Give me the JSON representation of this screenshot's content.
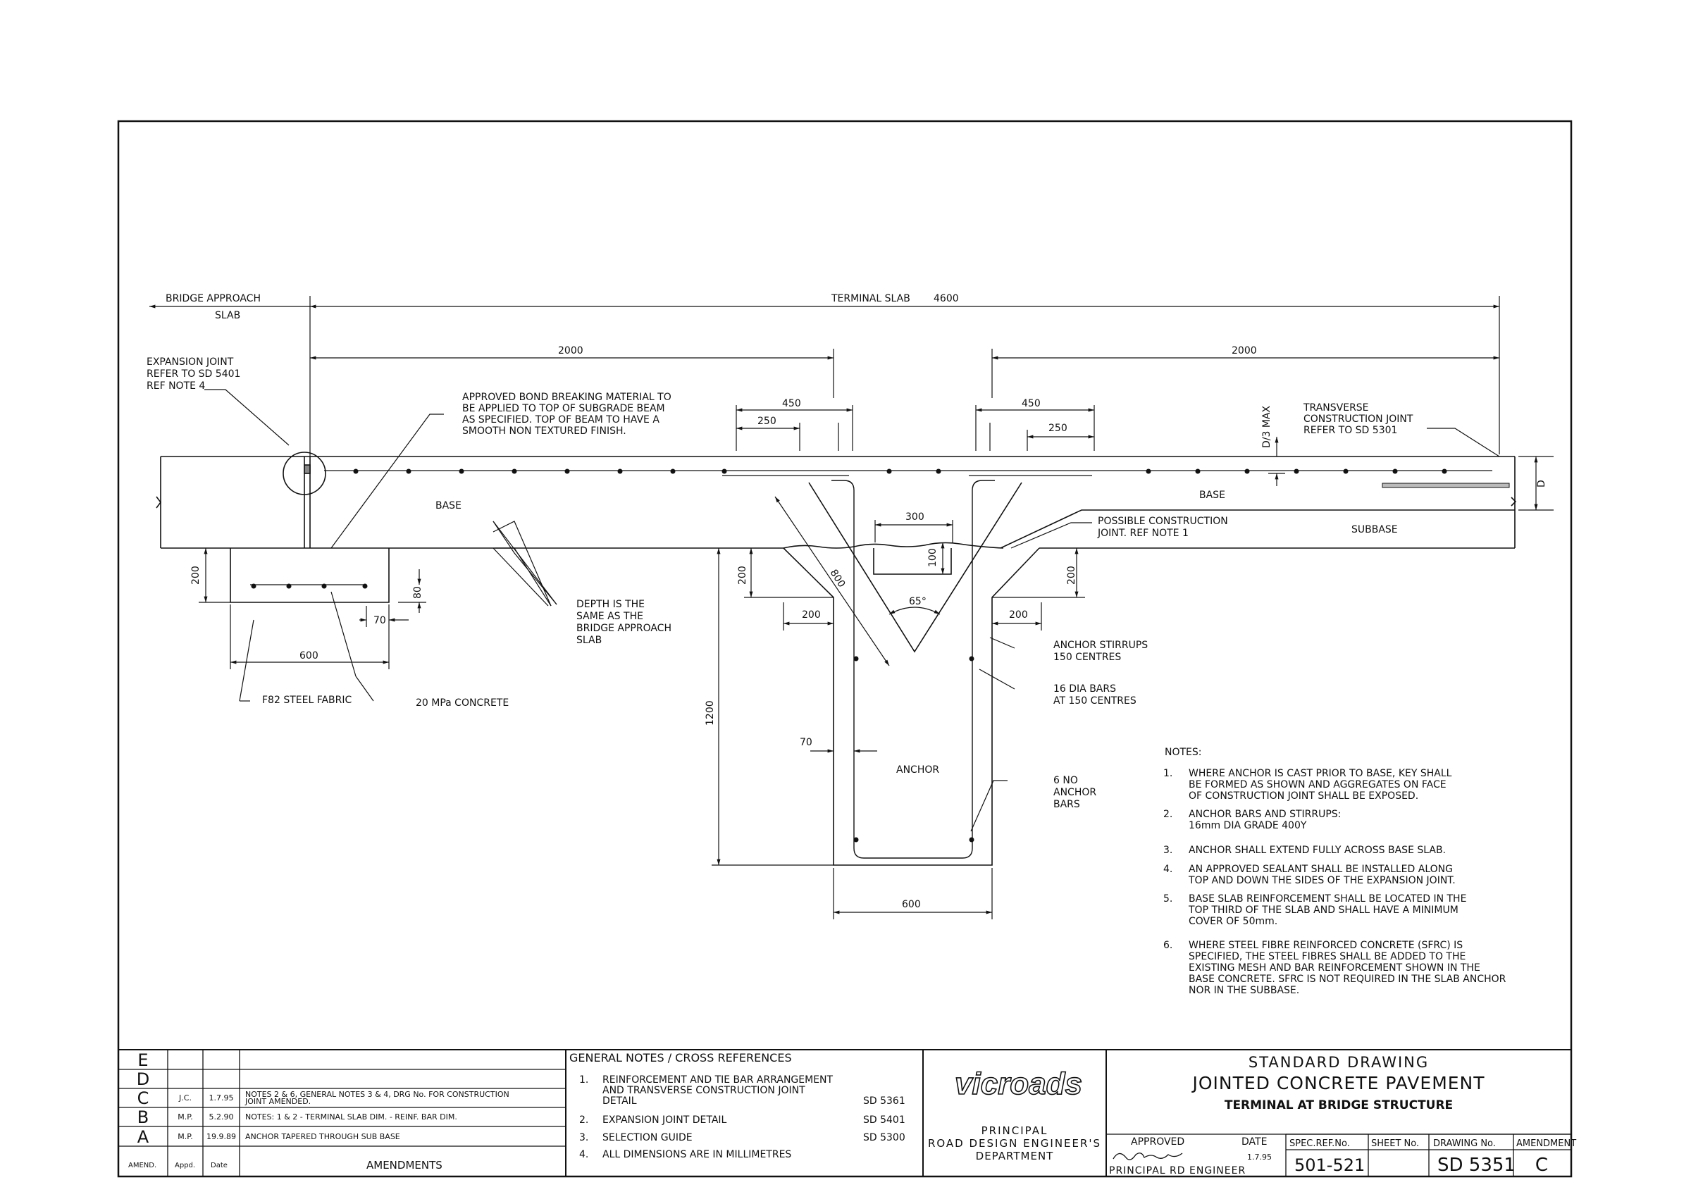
{
  "dims": {
    "bridge_approach": "BRIDGE APPROACH",
    "bridge_approach_2": "SLAB",
    "terminal_slab": "TERMINAL SLAB",
    "terminal_slab_len": "4600",
    "d2000_left": "2000",
    "d2000_right": "2000",
    "d450_left": "450",
    "d250_left": "250",
    "d450_right": "450",
    "d250_right": "250",
    "d300": "300",
    "d100": "100",
    "d800": "800",
    "angle": "65°",
    "d200_beam": "200",
    "d80": "80",
    "d70_beam": "70",
    "d600_beam": "600",
    "d200_anchor_l": "200",
    "d200_anchor_r": "200",
    "d200_w_l": "200",
    "d200_w_r": "200",
    "d1200": "1200",
    "d70_anchor": "70",
    "d600_anchor": "600",
    "d3max": "D/3 MAX",
    "dD": "D"
  },
  "labels": {
    "exp_joint_1": "EXPANSION JOINT",
    "exp_joint_2": "REFER TO SD 5401",
    "exp_joint_3": "REF NOTE 4",
    "bond_1": "APPROVED BOND BREAKING MATERIAL TO",
    "bond_2": "BE APPLIED TO TOP OF SUBGRADE BEAM",
    "bond_3": "AS SPECIFIED. TOP OF BEAM TO HAVE A",
    "bond_4": "SMOOTH NON TEXTURED FINISH.",
    "base_left": "BASE",
    "base_right": "BASE",
    "subbase": "SUBBASE",
    "tcj_1": "TRANSVERSE",
    "tcj_2": "CONSTRUCTION JOINT",
    "tcj_3": "REFER TO SD 5301",
    "pcj_1": "POSSIBLE CONSTRUCTION",
    "pcj_2": "JOINT. REF NOTE 1",
    "depth_1": "DEPTH IS THE",
    "depth_2": "SAME AS THE",
    "depth_3": "BRIDGE APPROACH",
    "depth_4": "SLAB",
    "f82": "F82 STEEL FABRIC",
    "mpa": "20 MPa CONCRETE",
    "stirrups_1": "ANCHOR STIRRUPS",
    "stirrups_2": "150 CENTRES",
    "bars16_1": "16 DIA BARS",
    "bars16_2": "AT 150 CENTRES",
    "anchor": "ANCHOR",
    "six_1": "6 NO",
    "six_2": "ANCHOR",
    "six_3": "BARS"
  },
  "notes": {
    "title": "NOTES:",
    "items": [
      {
        "num": "1.",
        "lines": [
          "WHERE ANCHOR IS CAST PRIOR TO BASE, KEY SHALL",
          "BE FORMED AS SHOWN AND AGGREGATES ON  FACE",
          "OF CONSTRUCTION JOINT SHALL BE EXPOSED."
        ]
      },
      {
        "num": "2.",
        "lines": [
          "ANCHOR BARS AND STIRRUPS:",
          "16mm DIA GRADE 400Y"
        ]
      },
      {
        "num": "3.",
        "lines": [
          "ANCHOR SHALL EXTEND FULLY ACROSS BASE SLAB."
        ]
      },
      {
        "num": "4.",
        "lines": [
          "AN APPROVED SEALANT SHALL BE INSTALLED ALONG",
          "TOP AND DOWN THE SIDES OF THE EXPANSION JOINT."
        ]
      },
      {
        "num": "5.",
        "lines": [
          "BASE SLAB REINFORCEMENT SHALL BE LOCATED IN THE",
          "TOP THIRD OF THE SLAB AND SHALL HAVE A MINIMUM",
          "COVER OF 50mm."
        ]
      },
      {
        "num": "6.",
        "lines": [
          "WHERE STEEL FIBRE REINFORCED CONCRETE (SFRC) IS",
          "SPECIFIED, THE STEEL FIBRES SHALL BE ADDED TO THE",
          "EXISTING MESH AND BAR REINFORCEMENT SHOWN IN THE",
          "BASE CONCRETE. SFRC IS NOT REQUIRED IN THE SLAB ANCHOR",
          "NOR IN THE SUBBASE."
        ]
      }
    ]
  },
  "amendments": {
    "rows": [
      {
        "letter": "E",
        "appd": "",
        "date": "",
        "text": ""
      },
      {
        "letter": "D",
        "appd": "",
        "date": "",
        "text": ""
      },
      {
        "letter": "C",
        "appd": "J.C.",
        "date": "1.7.95",
        "text": "NOTES 2 & 6, GENERAL NOTES 3 & 4, DRG No. FOR CONSTRUCTION",
        "text2": "JOINT AMENDED."
      },
      {
        "letter": "B",
        "appd": "M.P.",
        "date": "5.2.90",
        "text": "NOTES: 1 & 2 - TERMINAL SLAB DIM. - REINF. BAR DIM."
      },
      {
        "letter": "A",
        "appd": "M.P.",
        "date": "19.9.89",
        "text": "ANCHOR TAPERED THROUGH SUB BASE"
      }
    ],
    "h_amend": "AMEND.",
    "h_appd": "Appd.",
    "h_date": "Date",
    "h_amendments": "AMENDMENTS"
  },
  "general_notes": {
    "title": "GENERAL NOTES / CROSS REFERENCES",
    "items": [
      {
        "num": "1.",
        "lines": [
          "REINFORCEMENT AND TIE BAR ARRANGEMENT",
          "AND TRANSVERSE CONSTRUCTION JOINT",
          "DETAIL"
        ],
        "ref": "SD 5361"
      },
      {
        "num": "2.",
        "lines": [
          "EXPANSION JOINT DETAIL"
        ],
        "ref": "SD 5401"
      },
      {
        "num": "3.",
        "lines": [
          "SELECTION GUIDE"
        ],
        "ref": "SD 5300"
      },
      {
        "num": "4.",
        "lines": [
          "ALL DIMENSIONS ARE IN MILLIMETRES"
        ],
        "ref": ""
      }
    ]
  },
  "authority": {
    "logo": "vicroads",
    "line1": "PRINCIPAL",
    "line2": "ROAD DESIGN ENGINEER'S",
    "line3": "DEPARTMENT"
  },
  "title_block": {
    "t1": "STANDARD DRAWING",
    "t2": "JOINTED CONCRETE PAVEMENT",
    "t3": "TERMINAL  AT  BRIDGE  STRUCTURE",
    "approved": "APPROVED",
    "date_h": "DATE",
    "date": "1.7.95",
    "engineer": "PRINCIPAL RD ENGINEER",
    "spec_h": "SPEC.REF.No.",
    "spec": "501-521",
    "sheet_h": "SHEET No.",
    "sheet": "",
    "drawing_h": "DRAWING No.",
    "drawing": "SD 5351",
    "amendment_h": "AMENDMENT",
    "amendment": "C"
  }
}
